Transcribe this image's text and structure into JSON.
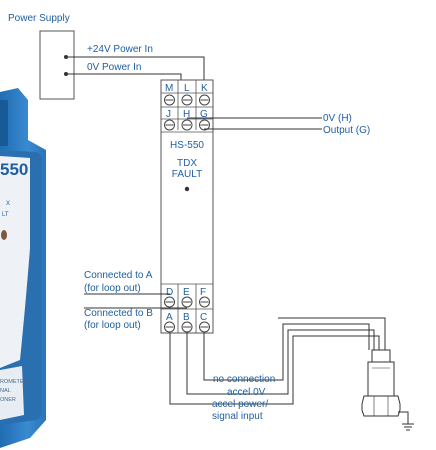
{
  "power_supply": {
    "label": "Power Supply"
  },
  "wires": {
    "plus24": "+24V Power In",
    "zero_v": "0V Power In",
    "zero_v_h": "0V (H)",
    "output_g": "Output (G)"
  },
  "terminals": {
    "top_row": [
      "M",
      "L",
      "K"
    ],
    "second_row": [
      "J",
      "H",
      "G"
    ],
    "third_row": [
      "D",
      "E",
      "F"
    ],
    "bottom_row": [
      "A",
      "B",
      "C"
    ]
  },
  "module": {
    "model": "HS-550",
    "status_line1": "TDX",
    "status_line2": "FAULT"
  },
  "connections": {
    "a_line1": "Connected to A",
    "a_line2": "(for loop out)",
    "b_line1": "Connected to B",
    "b_line2": "(for loop out)"
  },
  "sensor_labels": {
    "no_connection": "no connection",
    "accel_0v": "accel 0V",
    "accel_power_1": "accel power/",
    "accel_power_2": "signal input"
  },
  "photo_device": {
    "model_fragment": "550",
    "text_fragment_1": "X",
    "text_fragment_2": "LT",
    "text_fragment_3": "ROMETER",
    "text_fragment_4": "NAL",
    "text_fragment_5": "ONER"
  },
  "colors": {
    "label_blue": "#1f5fa0",
    "device_blue": "#2f7cc2",
    "wire": "#333333"
  }
}
